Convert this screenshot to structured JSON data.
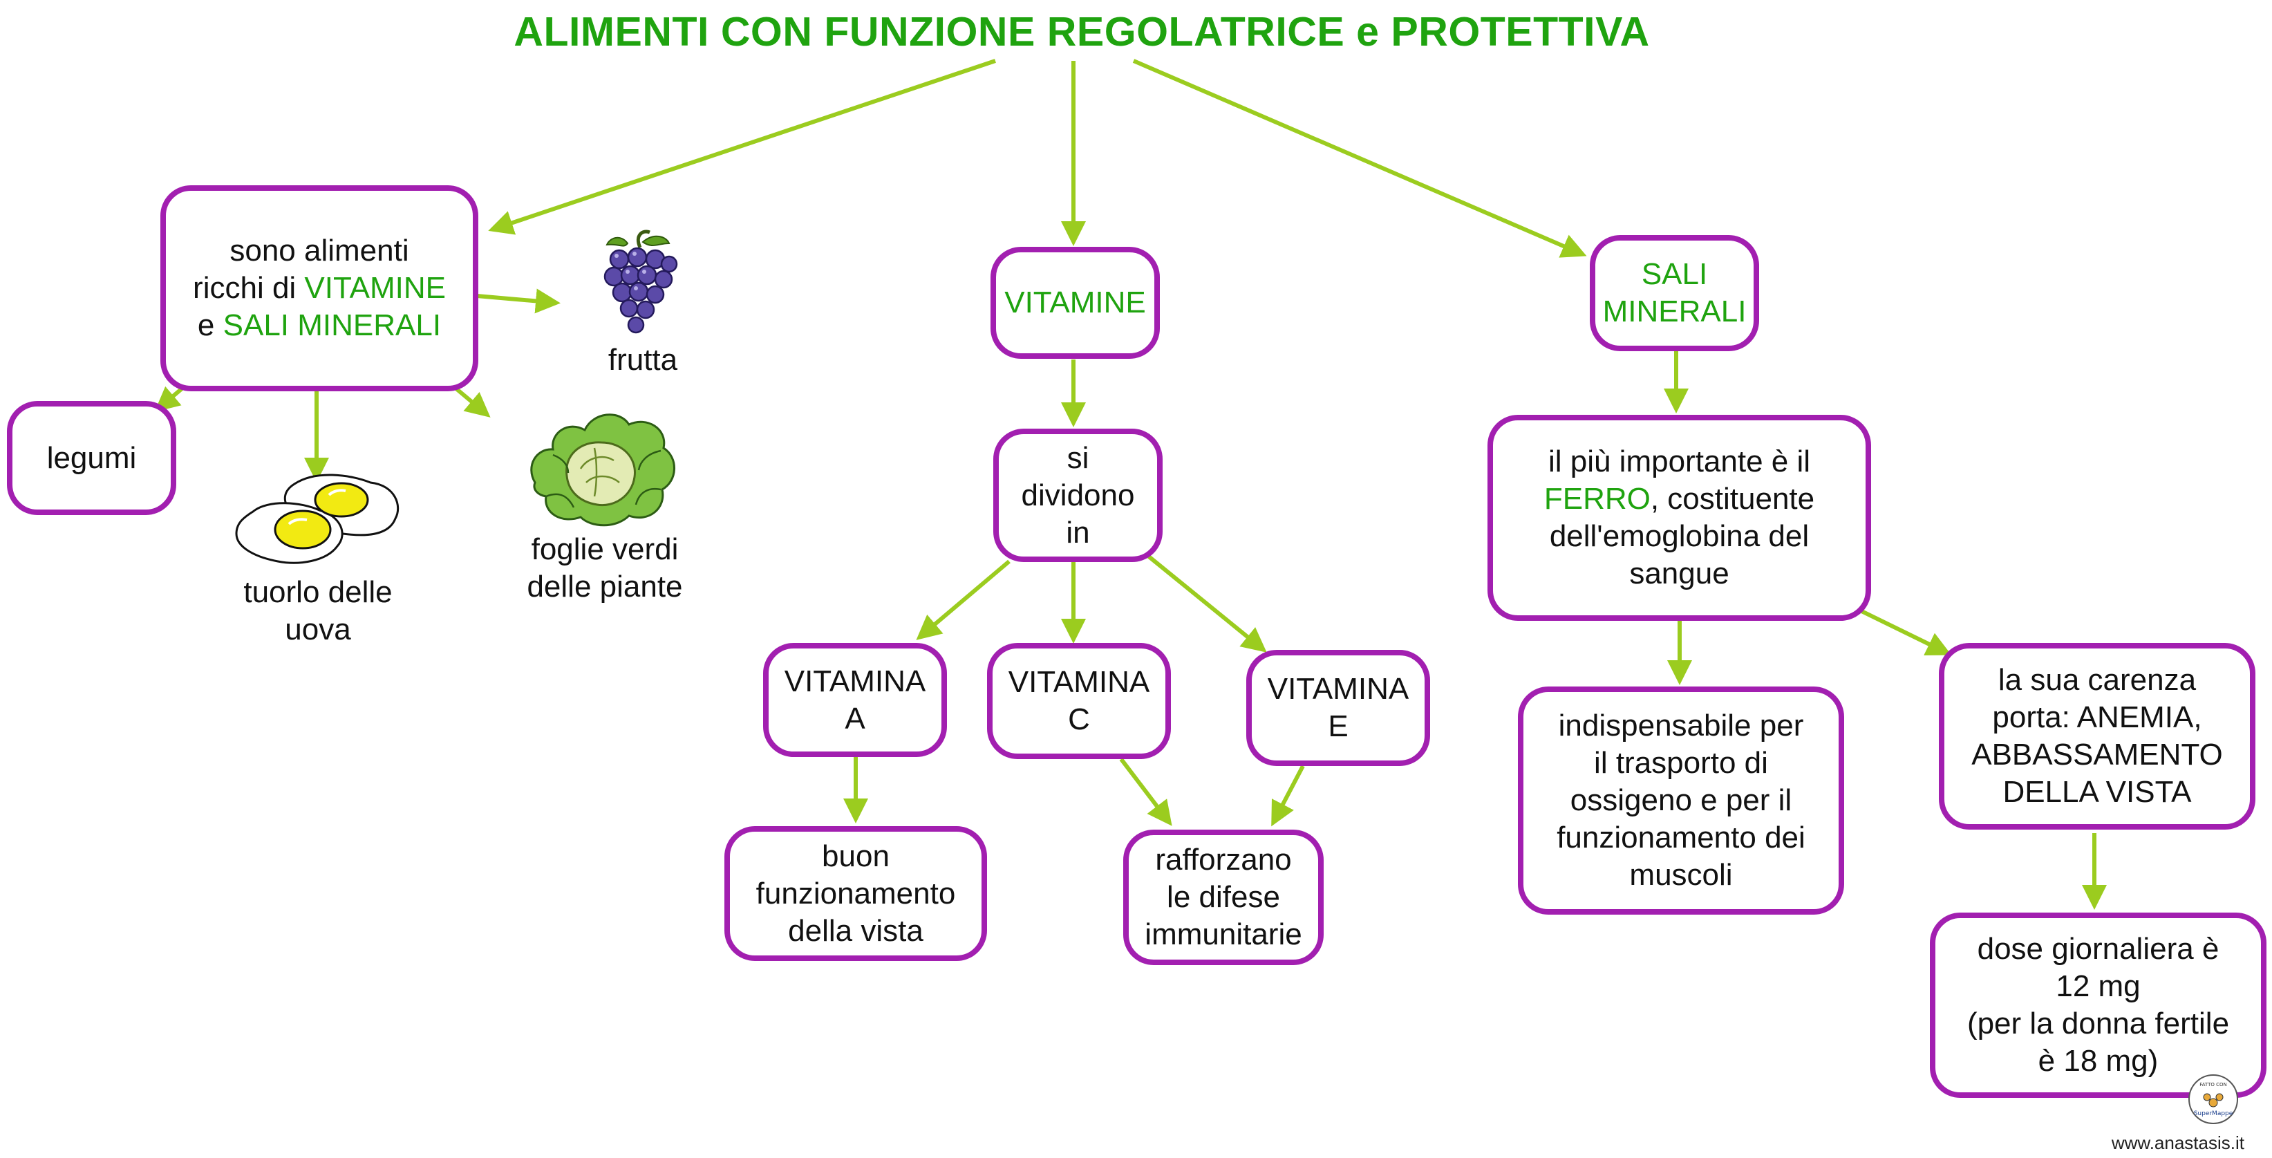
{
  "title": "ALIMENTI CON FUNZIONE REGOLATRICE e PROTETTIVA",
  "colors": {
    "accent_green": "#1fa30f",
    "box_border": "#a21fb0",
    "arrow": "#9bcc1f"
  },
  "nodes": {
    "intro": {
      "line1": "sono alimenti",
      "line2a": "ricchi di ",
      "line2b": "VITAMINE",
      "line3a": "e ",
      "line3b": "SALI MINERALI"
    },
    "legumi": "legumi",
    "vitamine": "VITAMINE",
    "sali": {
      "line1": "SALI",
      "line2": "MINERALI"
    },
    "si_dividono": {
      "line1": "si",
      "line2": "dividono",
      "line3": "in"
    },
    "vit_a": {
      "line1": "VITAMINA",
      "line2": "A"
    },
    "vit_c": {
      "line1": "VITAMINA",
      "line2": "C"
    },
    "vit_e": {
      "line1": "VITAMINA",
      "line2": "E"
    },
    "vista": {
      "line1": "buon",
      "line2": "funzionamento",
      "line3": "della vista"
    },
    "difese": {
      "line1": "rafforzano",
      "line2": "le difese",
      "line3": "immunitarie"
    },
    "ferro": {
      "line1": "il più  importante è il",
      "line2a": "FERRO",
      "line2b": ", costituente",
      "line3": "dell'emoglobina  del",
      "line4": "sangue"
    },
    "indispensabile": {
      "line1": "indispensabile  per",
      "line2": "il trasporto di",
      "line3": "ossigeno e per il",
      "line4": "funzionamento dei",
      "line5": "muscoli"
    },
    "carenza": {
      "line1": "la sua carenza",
      "line2": "porta: ANEMIA,",
      "line3": "ABBASSAMENTO",
      "line4": "DELLA VISTA"
    },
    "dose": {
      "line1": "dose giornaliera è",
      "line2": "12 mg",
      "line3": "(per la donna fertile",
      "line4": "è 18 mg)"
    }
  },
  "captions": {
    "frutta": "frutta",
    "tuorlo": {
      "line1": "tuorlo",
      "line2": "delle uova"
    },
    "foglie": {
      "line1": "foglie verdi",
      "line2": "delle piante"
    }
  },
  "icons": {
    "grapes": "grapes-icon",
    "eggs": "fried-eggs-icon",
    "cabbage": "cabbage-icon",
    "badge": "supermappe-badge-icon"
  },
  "footer": {
    "site": "www.anastasis.it",
    "badge_top": "FATTO CON",
    "badge_bottom": "SuperMappe"
  }
}
